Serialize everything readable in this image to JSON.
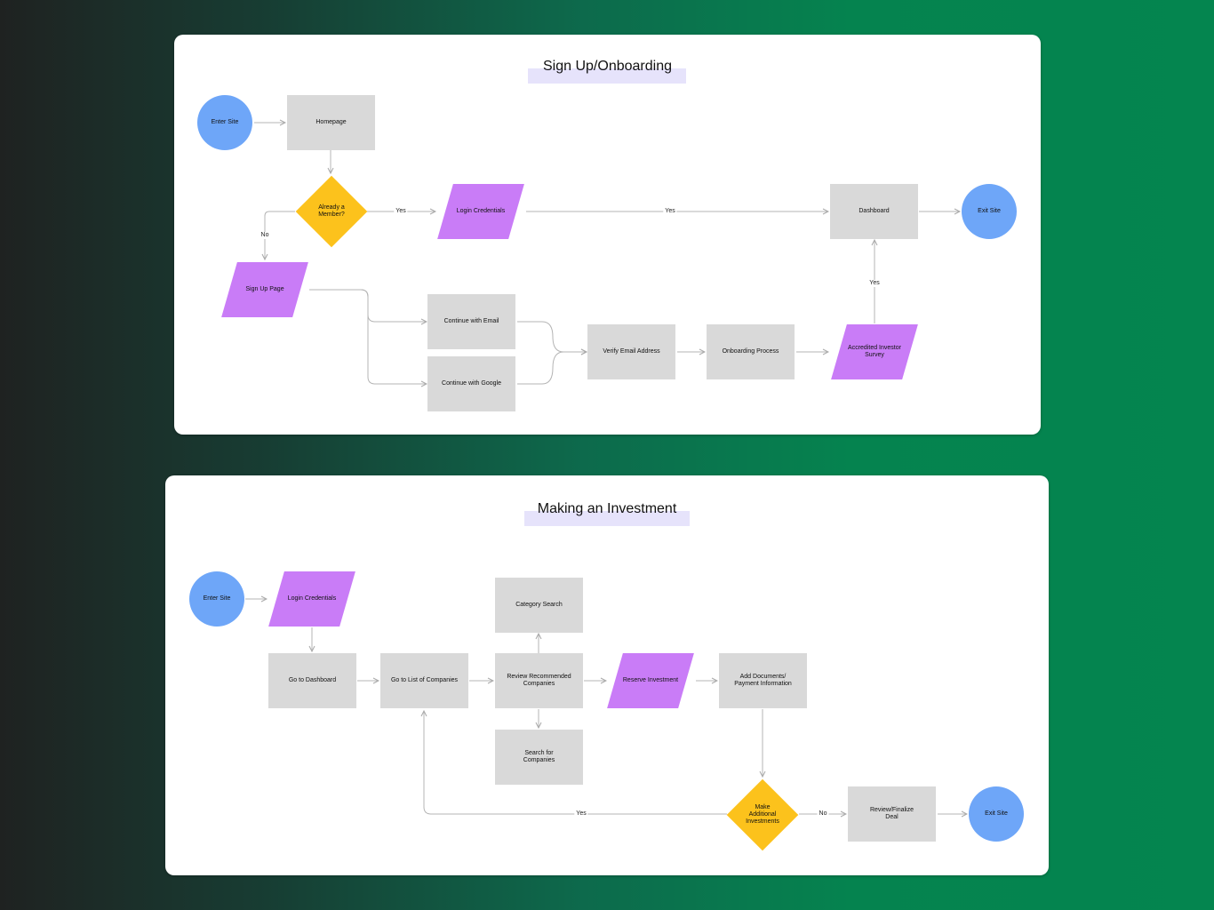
{
  "flow1": {
    "title": "Sign Up/Onboarding",
    "nodes": {
      "enter_site": "Enter Site",
      "homepage": "Homepage",
      "already_member": "Already a Member?",
      "login_credentials": "Login Credentials",
      "dashboard": "Dashboard",
      "exit_site": "Exit Site",
      "sign_up_page": "Sign Up Page",
      "continue_email": "Continue with Email",
      "continue_google": "Continue with Google",
      "verify_email": "Verify Email Address",
      "onboarding_process": "Onboarding Process",
      "accredited_survey": "Accredited Investor Survey"
    },
    "labels": {
      "yes_1": "Yes",
      "yes_2": "Yes",
      "no": "No",
      "yes_3": "Yes"
    }
  },
  "flow2": {
    "title": "Making an Investment",
    "nodes": {
      "enter_site": "Enter Site",
      "login_credentials": "Login Credentials",
      "go_dashboard": "Go to Dashboard",
      "go_companies": "Go to List of Companies",
      "category_search": "Category Search",
      "review_recommended": "Review Recommended Companies",
      "search_companies": "Search for Companies",
      "reserve_investment": "Reserve Investment",
      "add_documents": "Add Documents/ Payment Information",
      "make_additional": "Make Additional Investments",
      "review_finalize": "Review/Finalize Deal",
      "exit_site": "Exit Site"
    },
    "labels": {
      "yes": "Yes",
      "no": "No"
    }
  },
  "colors": {
    "rect": "#d9d9d9",
    "circle": "#6ea6f8",
    "parallelogram": "#c97cf7",
    "diamond": "#fcc21c",
    "title_highlight": "#e6e3fb",
    "connector": "#b4b4b4"
  }
}
